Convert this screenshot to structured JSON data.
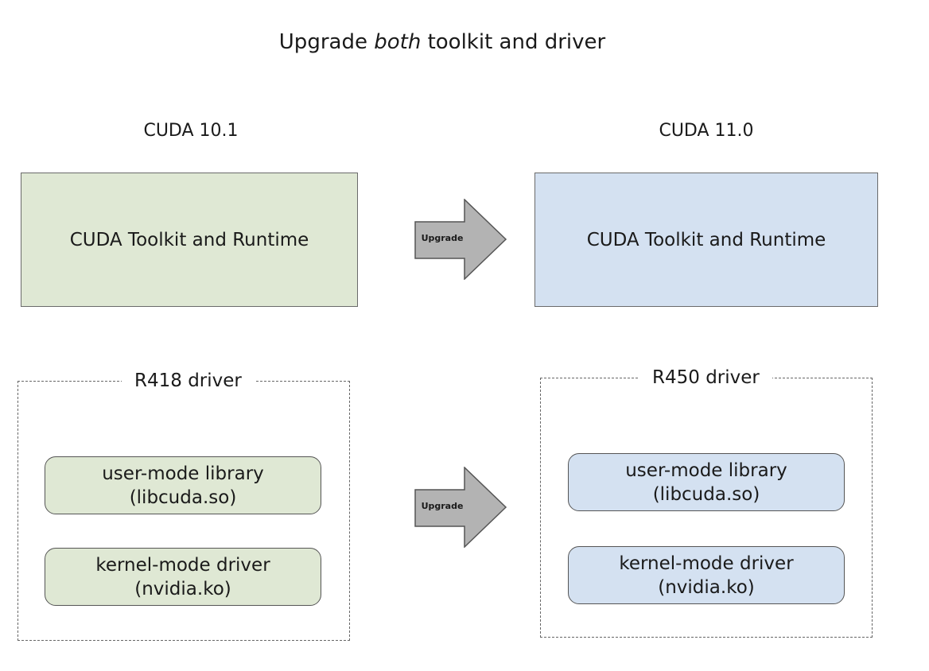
{
  "title": {
    "pre": "Upgrade ",
    "emph": "both",
    "post": " toolkit and driver"
  },
  "left": {
    "version": "CUDA 10.1",
    "toolkit": "CUDA Toolkit and Runtime",
    "driver_label": "R418 driver",
    "user_mode": {
      "line1": "user-mode library",
      "line2": "(libcuda.so)"
    },
    "kernel_mode": {
      "line1": "kernel-mode driver",
      "line2": "(nvidia.ko)"
    }
  },
  "right": {
    "version": "CUDA 11.0",
    "toolkit": "CUDA Toolkit and Runtime",
    "driver_label": "R450 driver",
    "user_mode": {
      "line1": "user-mode library",
      "line2": "(libcuda.so)"
    },
    "kernel_mode": {
      "line1": "kernel-mode driver",
      "line2": "(nvidia.ko)"
    }
  },
  "arrows": {
    "top_label": "Upgrade",
    "bottom_label": "Upgrade"
  },
  "colors": {
    "left_fill": "#dfe8d4",
    "right_fill": "#d4e1f1",
    "arrow_fill": "#b3b3b3"
  }
}
